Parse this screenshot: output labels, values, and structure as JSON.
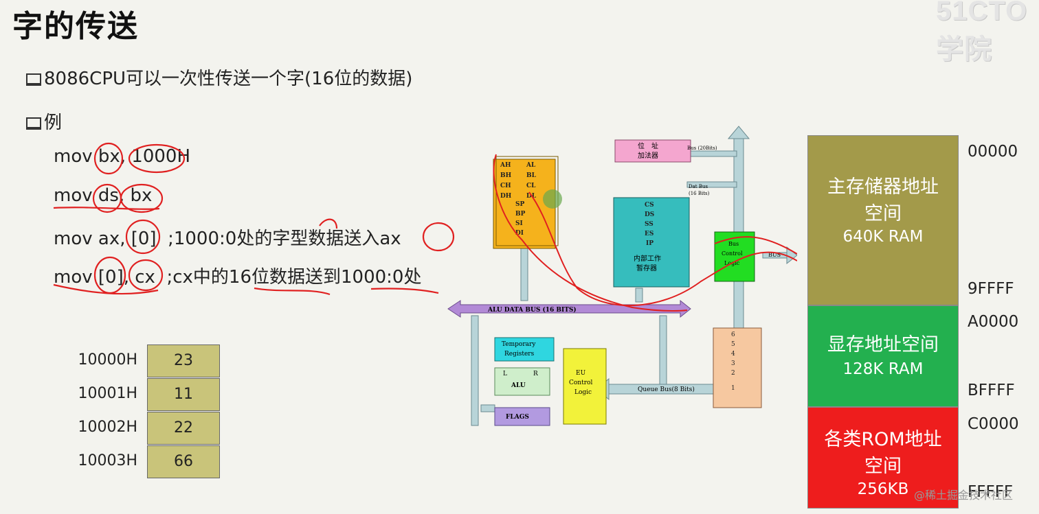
{
  "title": "字的传送",
  "watermark_top": "51CTO学院",
  "watermark_bottom": "@稀土掘金技术社区",
  "bullets": [
    "8086CPU可以一次性传送一个字(16位的数据)",
    "例"
  ],
  "code": [
    "mov bx, 1000H",
    "mov ds, bx",
    "mov ax, [0]  ;1000:0处的字型数据送入ax",
    "mov [0], cx  ;cx中的16位数据送到1000:0处"
  ],
  "memory": [
    {
      "addr": "10000H",
      "value": "23"
    },
    {
      "addr": "10001H",
      "value": "11"
    },
    {
      "addr": "10002H",
      "value": "22"
    },
    {
      "addr": "10003H",
      "value": "66"
    }
  ],
  "cpu": {
    "gen_regs": [
      "AH",
      "AL",
      "BH",
      "BL",
      "CH",
      "CL",
      "DH",
      "DL"
    ],
    "ptr_regs": [
      "SP",
      "BP",
      "SI",
      "DI"
    ],
    "addr_adder": [
      "位　址",
      "加法器"
    ],
    "bus_20": "Bus (20Bits)",
    "data_bus": [
      "Dat Bus",
      "(16 Bits)"
    ],
    "seg_regs": [
      "CS",
      "DS",
      "SS",
      "ES",
      "IP"
    ],
    "temp_regs_cn": [
      "内部工作",
      "暂存器"
    ],
    "bus_ctrl": [
      "Bus",
      "Control",
      "Logic"
    ],
    "bus_arrow": "BUS",
    "alu_bus": "ALU DATA BUS (16 BITS)",
    "temp_regs": [
      "Temporary",
      "Registers"
    ],
    "alu": [
      "L",
      "R",
      "ALU"
    ],
    "flags": "FLAGS",
    "eu_ctrl": [
      "EU",
      "Control",
      "Logic"
    ],
    "queue_bus": "Queue Bus(8 Bits)",
    "queue": [
      "6",
      "5",
      "4",
      "3",
      "2",
      "1"
    ]
  },
  "memory_map": [
    {
      "label": [
        "主存储器地址",
        "空间",
        "640K RAM"
      ],
      "color": "#a39a4a",
      "start": "00000",
      "end": "9FFFF"
    },
    {
      "label": [
        "显存地址空间",
        "128K RAM"
      ],
      "color": "#23b04f",
      "start": "A0000",
      "end": "BFFFF"
    },
    {
      "label": [
        "各类ROM地址",
        "空间",
        "256KB"
      ],
      "color": "#ee1d1d",
      "start": "C0000",
      "end": "FFFFF"
    }
  ]
}
